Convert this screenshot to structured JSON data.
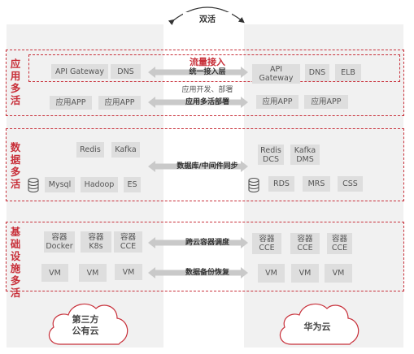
{
  "top": {
    "label": "双活"
  },
  "sections": [
    {
      "id": "app",
      "title": "应用多活"
    },
    {
      "id": "data",
      "title": "数据多活"
    },
    {
      "id": "infra",
      "title": "基础设施多活"
    }
  ],
  "app": {
    "traffic_title": "流量接入",
    "traffic_label": "统一接入层",
    "dev_note": "应用开发、部署",
    "deploy_label": "应用多活部署",
    "left_top": [
      "API Gateway",
      "DNS"
    ],
    "left_bottom": [
      "应用APP",
      "应用APP"
    ],
    "right_top": [
      "API\nGateway",
      "DNS",
      "ELB"
    ],
    "right_bottom": [
      "应用APP",
      "应用APP"
    ]
  },
  "data": {
    "sync_label": "数据库/中间件同步",
    "left_top": [
      "Redis",
      "Kafka"
    ],
    "left_bottom": [
      "Mysql",
      "Hadoop",
      "ES"
    ],
    "right_top": [
      "Redis\nDCS",
      "Kafka\nDMS"
    ],
    "right_bottom": [
      "RDS",
      "MRS",
      "CSS"
    ]
  },
  "infra": {
    "scheduling_label": "跨云容器调度",
    "backup_label": "数据备份恢复",
    "left_containers": [
      "容器\nDocker",
      "容器\nK8s",
      "容器\nCCE"
    ],
    "left_vms": [
      "VM",
      "VM",
      "VM"
    ],
    "right_containers": [
      "容器\nCCE",
      "容器\nCCE",
      "容器\nCCE"
    ],
    "right_vms": [
      "VM",
      "VM",
      "VM"
    ]
  },
  "clouds": {
    "left": "第三方\n公有云",
    "right": "华为云"
  },
  "colors": {
    "accent": "#c8303a",
    "column_bg": "#f1f1f1",
    "box_bg": "#dedede"
  }
}
